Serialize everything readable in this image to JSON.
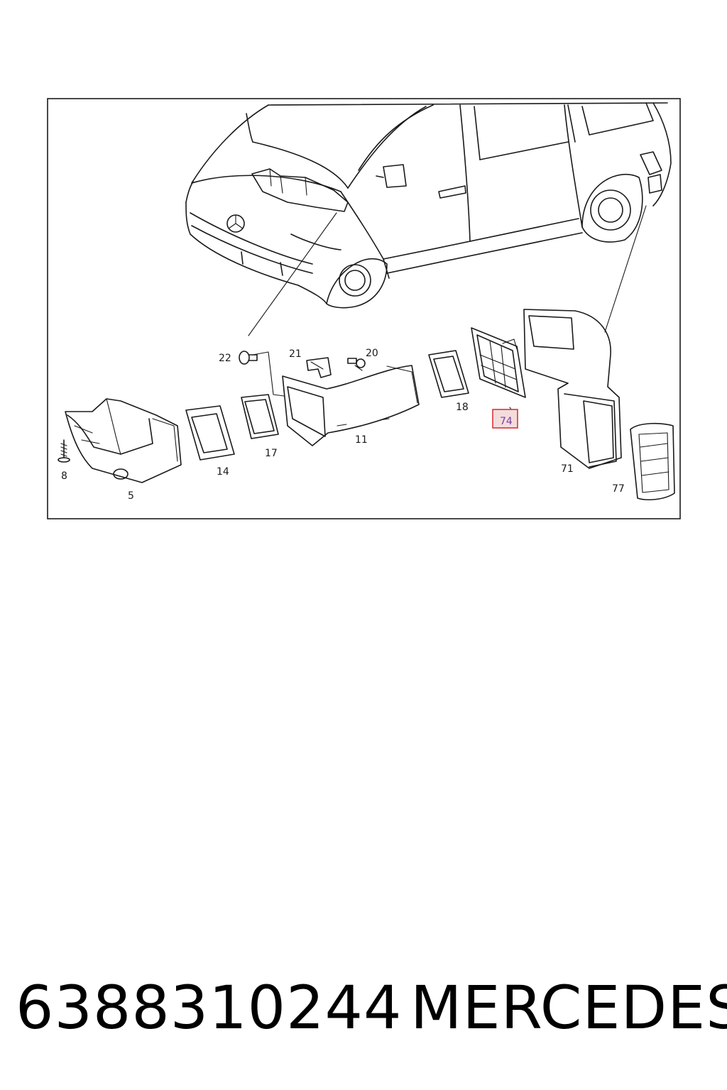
{
  "diagram": {
    "highlight_color": "#d9343a",
    "callouts": {
      "c22": "22",
      "c21": "21",
      "c20": "20",
      "c18": "18",
      "c74": "74",
      "c8": "8",
      "c5": "5",
      "c14": "14",
      "c17": "17",
      "c11": "11",
      "c71": "71",
      "c77": "77"
    },
    "highlighted_callout": "74"
  },
  "footer": {
    "part_number": "6388310244",
    "brand": "MERCEDES"
  }
}
